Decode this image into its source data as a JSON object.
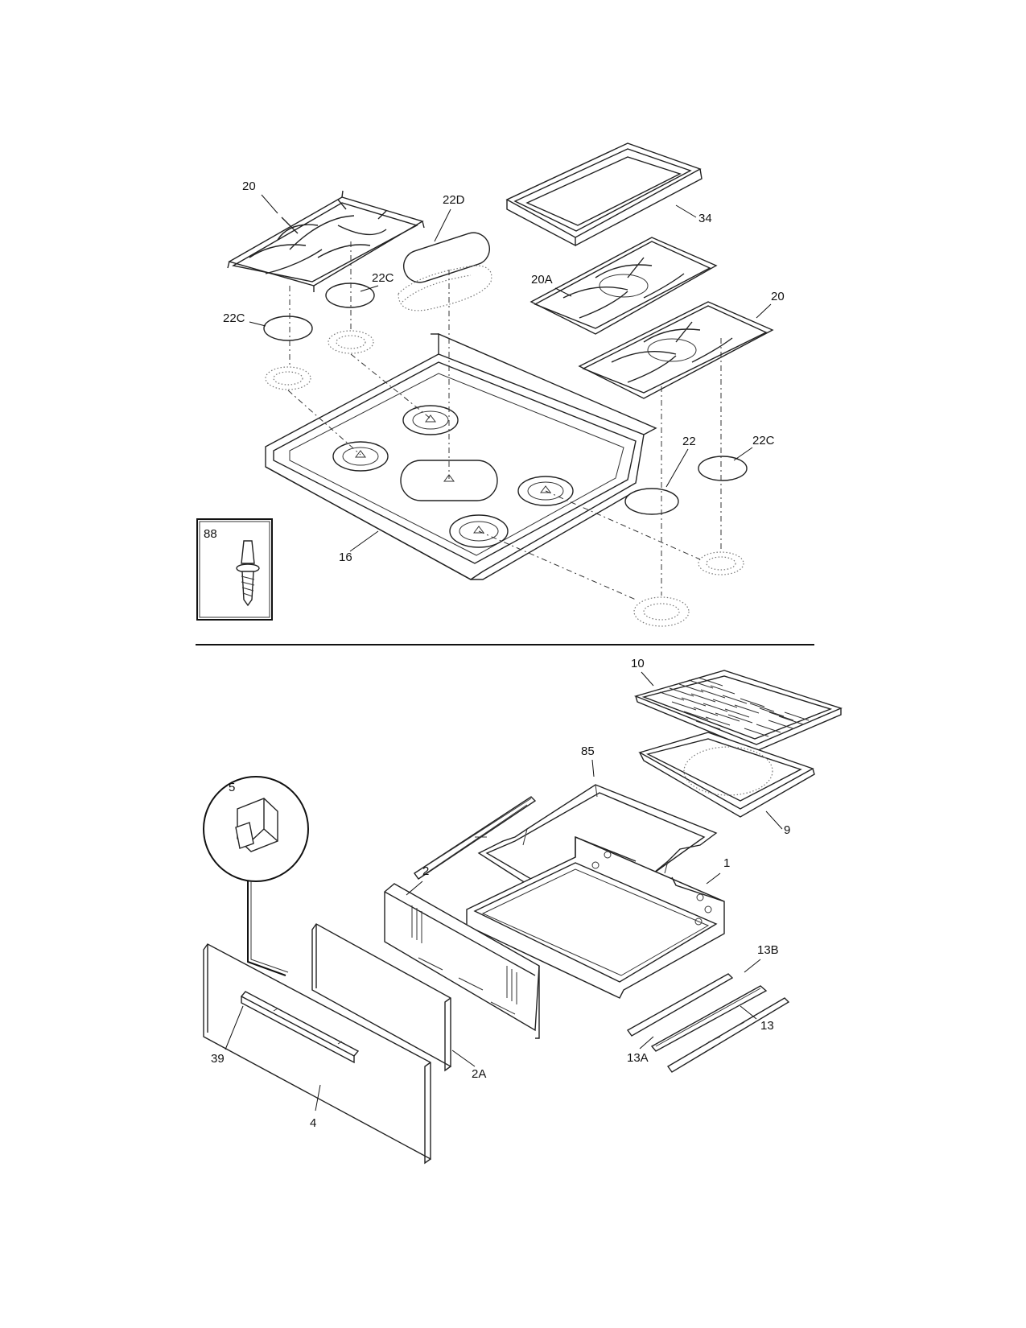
{
  "diagram": {
    "callouts": {
      "c20_left": "20",
      "c22d": "22D",
      "c34": "34",
      "c22c_mid": "22C",
      "c22c_left": "22C",
      "c20a": "20A",
      "c20_right": "20",
      "c22": "22",
      "c22c_right": "22C",
      "c88": "88",
      "c16": "16",
      "c10": "10",
      "c85": "85",
      "c5": "5",
      "c9": "9",
      "c2": "2",
      "c1": "1",
      "c13b": "13B",
      "c13": "13",
      "c13a": "13A",
      "c39": "39",
      "c2a": "2A",
      "c4": "4"
    }
  }
}
